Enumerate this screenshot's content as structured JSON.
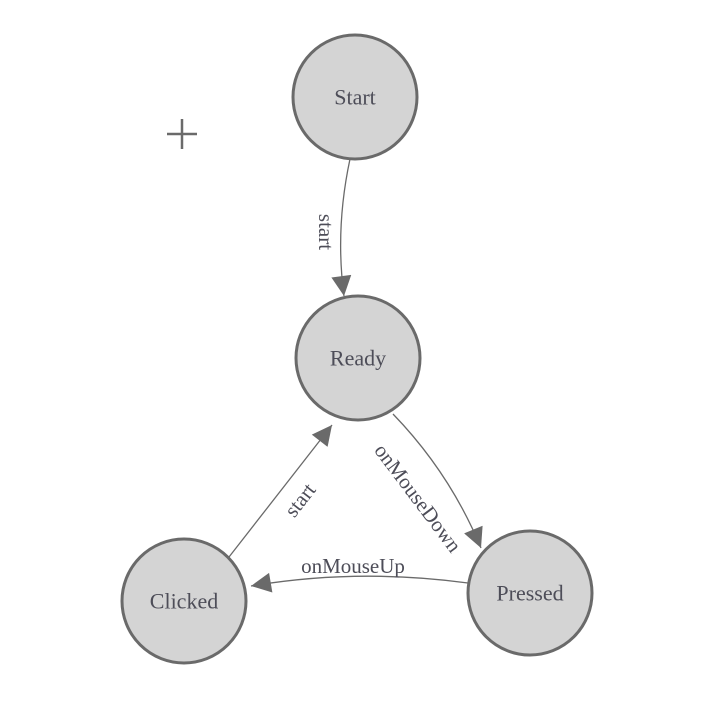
{
  "diagram": {
    "colors": {
      "background": "#ffffff",
      "node_fill": "#d4d4d4",
      "node_border": "#6a6a6a",
      "edge_line": "#6a6a6a",
      "label_text": "#4d4d58"
    },
    "crosshair_icon": "+",
    "nodes": [
      {
        "id": "start",
        "label": "Start"
      },
      {
        "id": "ready",
        "label": "Ready"
      },
      {
        "id": "clicked",
        "label": "Clicked"
      },
      {
        "id": "pressed",
        "label": "Pressed"
      }
    ],
    "edges": [
      {
        "from": "Start",
        "to": "Ready",
        "label": "start"
      },
      {
        "from": "Clicked",
        "to": "Ready",
        "label": "start"
      },
      {
        "from": "Ready",
        "to": "Pressed",
        "label": "onMouseDown"
      },
      {
        "from": "Pressed",
        "to": "Clicked",
        "label": "onMouseUp"
      }
    ]
  }
}
